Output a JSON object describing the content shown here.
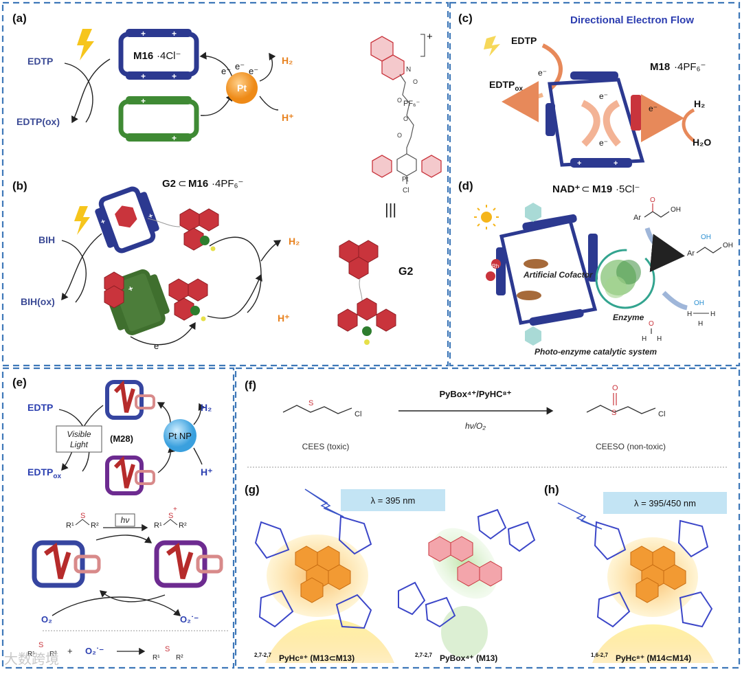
{
  "panels": {
    "a": {
      "label": "(a)",
      "cage": "M16",
      "cage_salt": "·4Cl⁻",
      "donor": "EDTP",
      "donor_ox": "EDTP(ox)",
      "electrons": [
        "e⁻",
        "e⁻",
        "e⁻"
      ],
      "catalyst": "Pt",
      "product": "H₂",
      "proton": "H⁺",
      "guest_counterion": "PF₆⁻",
      "guest_charge": "+",
      "pt_label": "Pt",
      "cl_label": "Cl"
    },
    "b": {
      "label": "(b)",
      "title_guest": "G2",
      "title_host": "M16",
      "title_salt": "·4PF₆⁻",
      "subset_symbol": "⊂",
      "donor": "BIH",
      "donor_ox": "BIH(ox)",
      "product": "H₂",
      "proton": "H⁺",
      "electron": "e⁻",
      "equiv": "|||",
      "guest_name": "G2"
    },
    "c": {
      "label": "(c)",
      "title": "Directional Electron Flow",
      "donor": "EDTP",
      "donor_ox_base": "EDTP",
      "donor_ox_sub": "ox",
      "cage": "M18",
      "cage_salt": "·4PF₆⁻",
      "electron": "e⁻",
      "product": "H₂",
      "product2": "H₂O"
    },
    "d": {
      "label": "(d)",
      "title_guest": "NAD⁺",
      "subset_symbol": "⊂",
      "title_host": "M19",
      "title_salt": "·5Cl⁻",
      "cofactor": "Artificial Cofactor",
      "enzyme": "Enzyme",
      "system": "Photo-enzyme catalytic system",
      "rh": "Rh",
      "ar": "Ar",
      "oh": "OH",
      "o": "O",
      "h": "H"
    },
    "e": {
      "label": "(e)",
      "donor": "EDTP",
      "donor_ox_base": "EDTP",
      "donor_ox_sub": "ox",
      "light_line1": "Visible",
      "light_line2": "Light",
      "cage": "(M28)",
      "catalyst": "Pt NP",
      "product": "H₂",
      "proton": "H⁺",
      "hv": "hν",
      "r1": "R¹",
      "r2": "R²",
      "s": "S",
      "o2": "O₂",
      "superoxide": "O₂˙⁻",
      "plus": "+"
    },
    "f": {
      "label": "(f)",
      "reagent": "PyBox⁴⁺/PyHC⁸⁺",
      "condition": "hν/O₂",
      "start_name": "CEES (toxic)",
      "end_name": "CEESO (non-toxic)",
      "s": "S",
      "o": "O",
      "cl": "Cl"
    },
    "g": {
      "label": "(g)",
      "wavelength": "λ = 395 nm",
      "caption_left_sup": "2,7-2,7",
      "caption_left": "PyHc⁸⁺ (M13⊂M13)",
      "caption_mid_sup": "2,7-2,7",
      "caption_mid": "PyBox⁴⁺ (M13)"
    },
    "h": {
      "label": "(h)",
      "wavelength": "λ = 395/450 nm",
      "caption_sup": "1,6-2,7",
      "caption": "PyHc⁸⁺ (M14⊂M14)"
    }
  },
  "watermark": "大数跨境",
  "colors": {
    "frame": "#3d77b8",
    "cage_blue": "#2c3990",
    "cage_green": "#3f8a34",
    "guest_red": "#c9343c",
    "pt_orange": "#f0961e",
    "label_blue": "#3b4a95",
    "label_orange": "#e8821f"
  }
}
